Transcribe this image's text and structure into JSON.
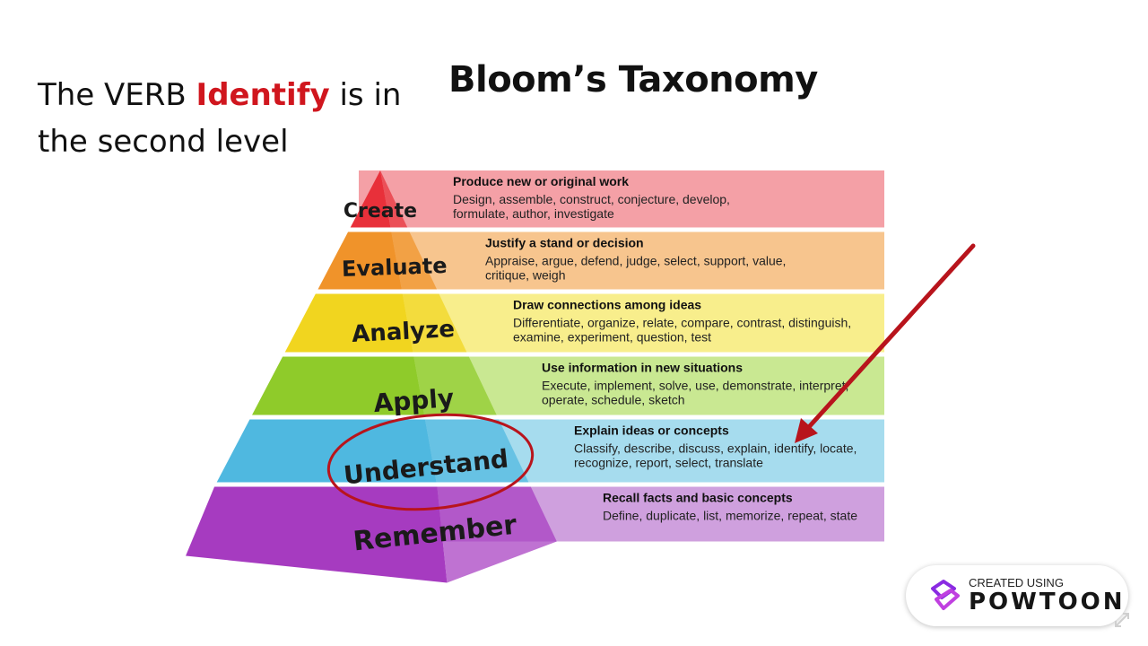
{
  "caption": {
    "prefix": "The VERB ",
    "verb": "Identify",
    "suffix": " is in the second level",
    "verb_color": "#d0161e"
  },
  "title": "Bloom’s Taxonomy",
  "levels": [
    {
      "name": "Create",
      "heading": "Produce new or original work",
      "line1": "Design, assemble, construct, conjecture, develop,",
      "line2": "formulate, author, investigate",
      "color": "#f4a0a6",
      "face": "#e8303a"
    },
    {
      "name": "Evaluate",
      "heading": "Justify a stand or decision",
      "line1": "Appraise, argue, defend, judge, select, support,  value,",
      "line2": "critique,  weigh",
      "color": "#f7c58e",
      "face": "#f0932a"
    },
    {
      "name": "Analyze",
      "heading": "Draw connections among ideas",
      "line1": "Differentiate, organize, relate, compare, contrast, distinguish,",
      "line2": "examine, experiment, question, test",
      "color": "#f8ee8c",
      "face": "#f1d51f"
    },
    {
      "name": "Apply",
      "heading": "Use information in new situations",
      "line1": "Execute, implement, solve, use, demonstrate, interpret,",
      "line2": "operate, schedule, sketch",
      "color": "#c9e892",
      "face": "#8fcb2a"
    },
    {
      "name": "Understand",
      "heading": "Explain ideas or concepts",
      "line1": "Classify, describe, discuss, explain, identify, locate,",
      "line2": "recognize, report, select, translate",
      "color": "#a6dcee",
      "face": "#4fb8e0"
    },
    {
      "name": "Remember",
      "heading": "Recall facts and basic concepts",
      "line1": "Define, duplicate, list, memorize, repeat, state",
      "line2": "",
      "color": "#cfa0de",
      "face": "#a63bc0"
    }
  ],
  "annotation": {
    "circled_level": "Understand",
    "color": "#b8141c"
  },
  "badge": {
    "small": "CREATED USING",
    "brand": "POWTOON",
    "logo_icon": "powtoon-logo-icon"
  }
}
